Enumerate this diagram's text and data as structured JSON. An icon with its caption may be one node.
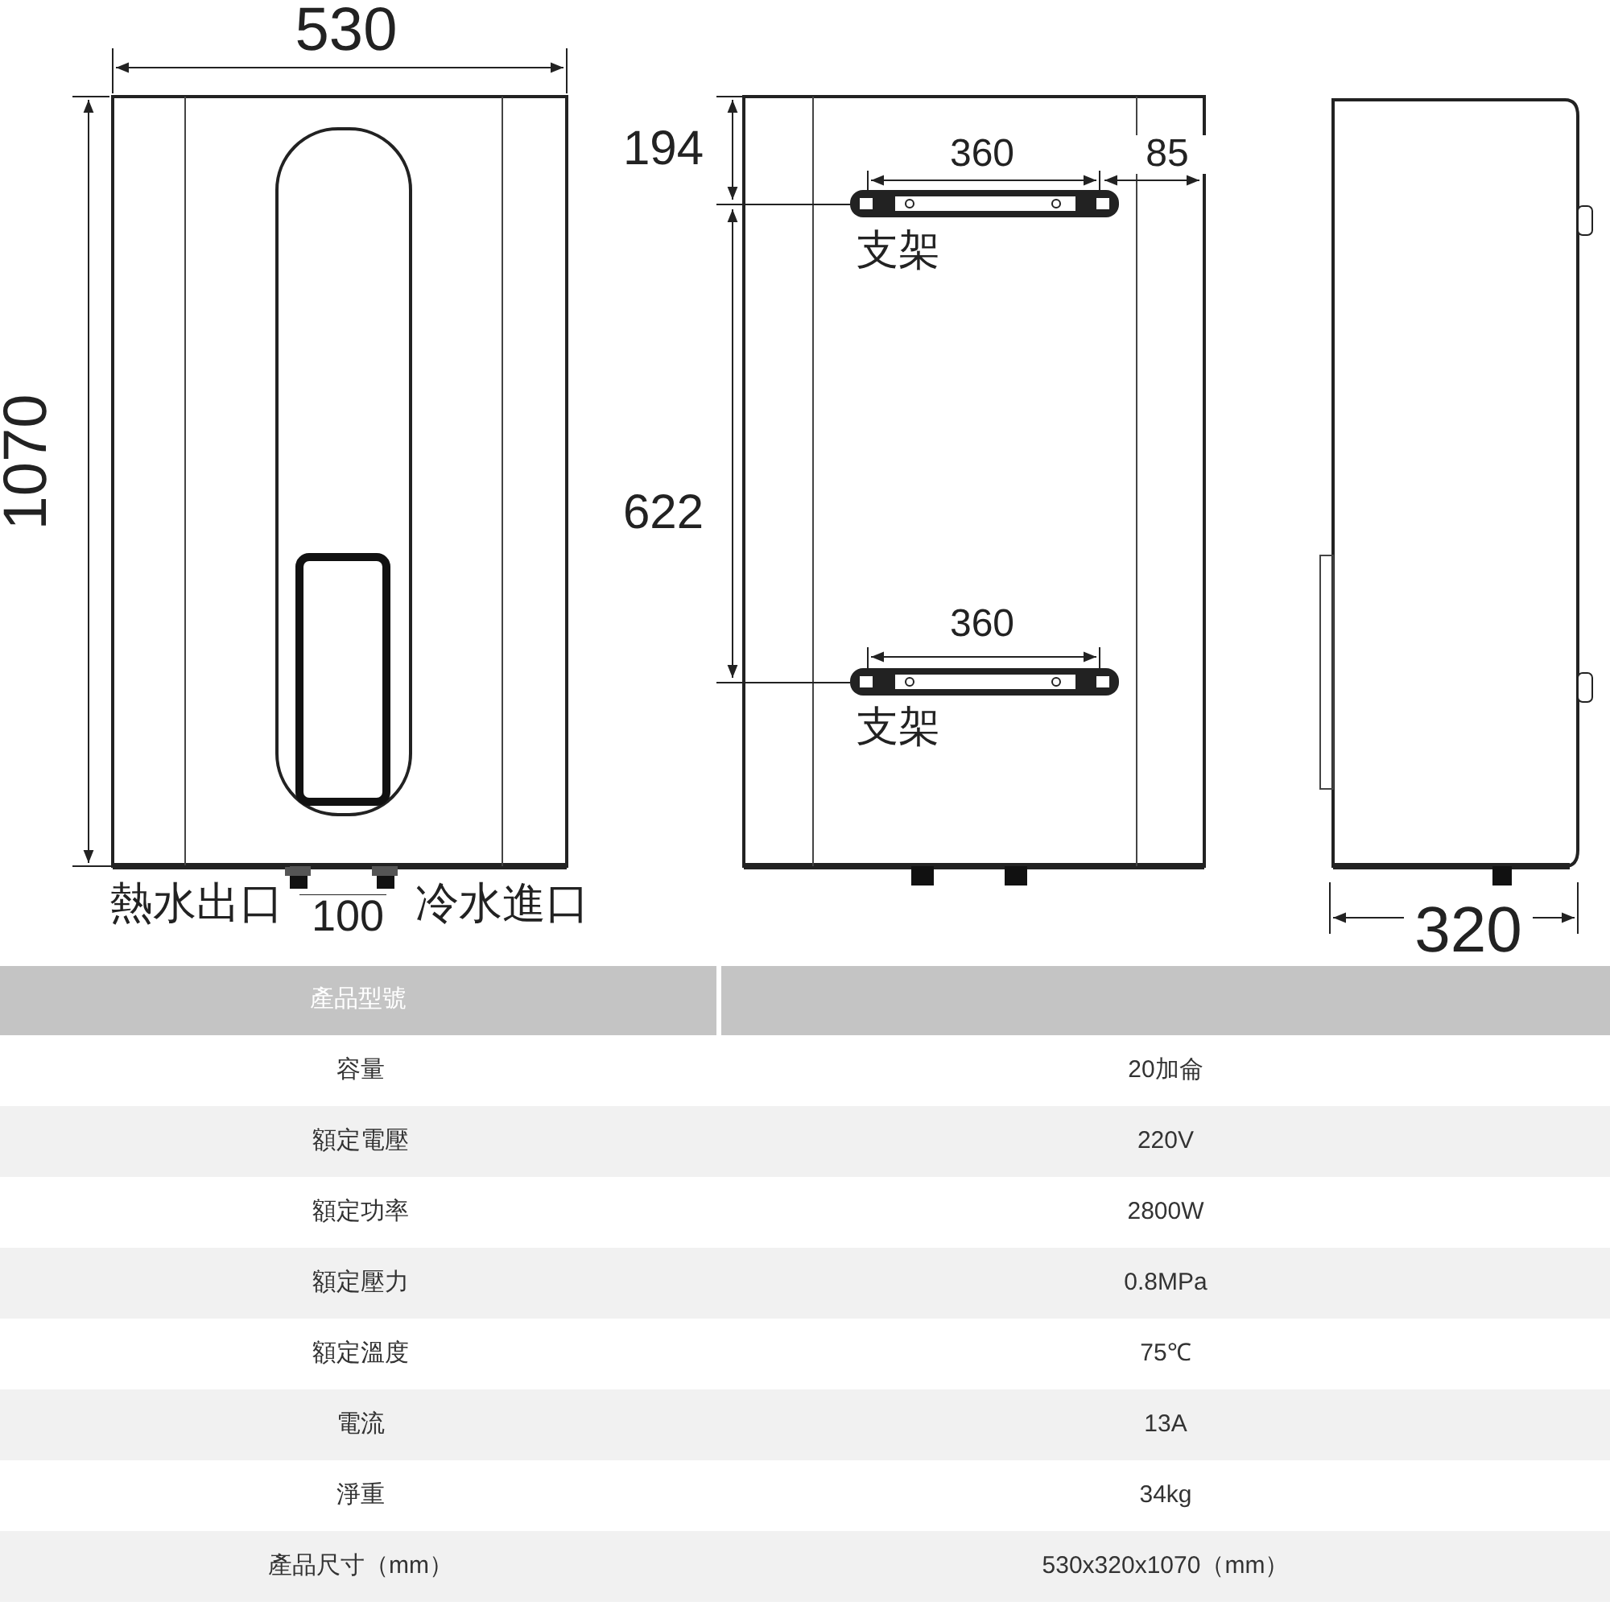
{
  "diagram": {
    "labels": [
      "530",
      "194",
      "360",
      "85",
      "1070",
      "支架",
      "622",
      "360",
      "支架",
      "熱水出口",
      "100",
      "冷水進口",
      "320",
      "產品型號",
      "容量",
      "20加侖",
      "額定電壓",
      "220V",
      "額定功率",
      "2800W",
      "額定壓力",
      "0.8MPa",
      "額定溫度",
      "75℃",
      "電流",
      "13A",
      "淨重",
      "34kg",
      "產品尺寸（mm）",
      "530x320x1070（mm）"
    ]
  }
}
